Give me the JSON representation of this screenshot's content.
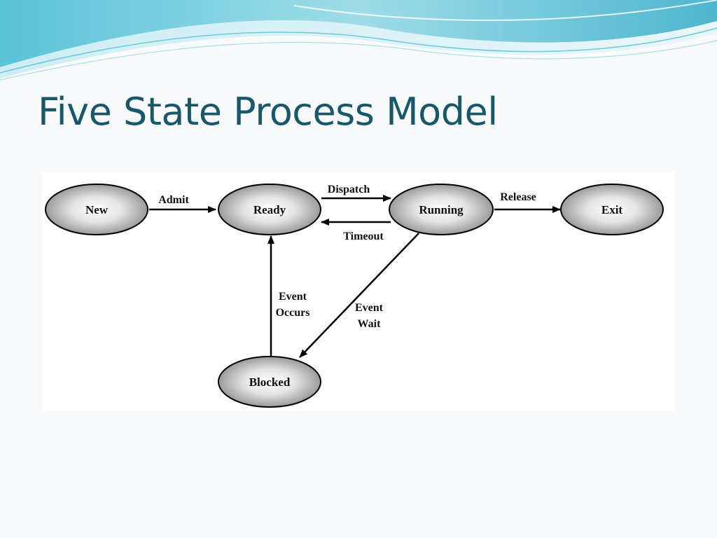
{
  "slide": {
    "title": "Five State Process Model"
  },
  "diagram": {
    "states": {
      "new": "New",
      "ready": "Ready",
      "running": "Running",
      "exit": "Exit",
      "blocked": "Blocked"
    },
    "transitions": {
      "admit": "Admit",
      "dispatch": "Dispatch",
      "timeout": "Timeout",
      "release": "Release",
      "event_occurs_line1": "Event",
      "event_occurs_line2": "Occurs",
      "event_wait_line1": "Event",
      "event_wait_line2": "Wait"
    }
  },
  "colors": {
    "title": "#17586a",
    "node_light": "#ffffff",
    "node_dark": "#8c8c8c",
    "stroke": "#000000"
  }
}
